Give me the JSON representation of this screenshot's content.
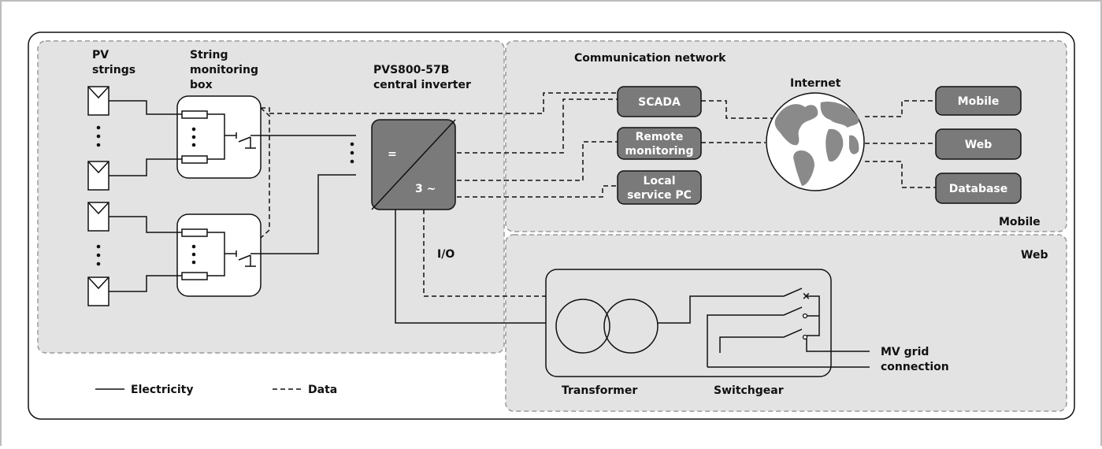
{
  "diagram": {
    "labels": {
      "pv_strings_1": "PV",
      "pv_strings_2": "strings",
      "smb_1": "String",
      "smb_2": "monitoring",
      "smb_3": "box",
      "inverter_1": "PVS800-57B",
      "inverter_2": "central inverter",
      "comm_network": "Communication network",
      "internet": "Internet",
      "io": "I/O",
      "region_mobile": "Mobile",
      "region_web": "Web",
      "transformer": "Transformer",
      "switchgear": "Switchgear",
      "mv_grid_1": "MV grid",
      "mv_grid_2": "connection",
      "inverter_ac": "3 ~",
      "inverter_dc": "="
    },
    "boxes": {
      "scada": "SCADA",
      "remote_1": "Remote",
      "remote_2": "monitoring",
      "local_1": "Local",
      "local_2": "service PC",
      "mobile": "Mobile",
      "web": "Web",
      "database": "Database"
    },
    "legend": {
      "electricity": "Electricity",
      "data": "Data"
    },
    "colors": {
      "region_fill": "#e3e3e3",
      "box_fill": "#7a7a7a",
      "globe_ocean": "#ffffff",
      "globe_land": "#8a8a8a"
    }
  }
}
